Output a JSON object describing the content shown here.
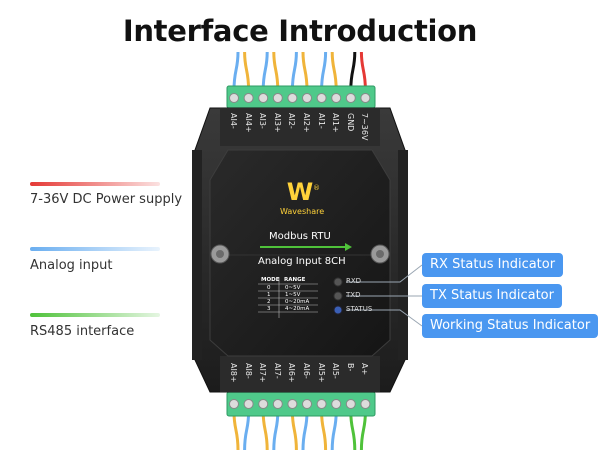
{
  "title": "Interface Introduction",
  "legend": [
    {
      "label": "7-36V DC Power supply",
      "color": "#e53935"
    },
    {
      "label": "Analog input",
      "color": "#6aaef0"
    },
    {
      "label": "RS485 interface",
      "color": "#4fc23a"
    }
  ],
  "top_terminals": [
    "AI4-",
    "AI4+",
    "AI3-",
    "AI3+",
    "AI2-",
    "AI2+",
    "AI1-",
    "AI1+",
    "GND",
    "7~36V"
  ],
  "bottom_terminals": [
    "AI8+",
    "AI8-",
    "AI7+",
    "AI7-",
    "AI6+",
    "AI6-",
    "AI5+",
    "AI5-",
    "B-",
    "A+"
  ],
  "device": {
    "brand": "Waveshare",
    "line1": "Modbus RTU",
    "line2": "Analog Input 8CH",
    "indicators": [
      "RXD",
      "TXD",
      "STATUS"
    ],
    "range_table": {
      "headers": [
        "MODE",
        "RANGE"
      ],
      "rows": [
        [
          "0",
          "0~5V"
        ],
        [
          "1",
          "1~5V"
        ],
        [
          "2",
          "0~20mA"
        ],
        [
          "3",
          "4~20mA"
        ]
      ]
    }
  },
  "callouts": [
    "RX Status Indicator",
    "TX Status Indicator",
    "Working Status Indicator"
  ]
}
